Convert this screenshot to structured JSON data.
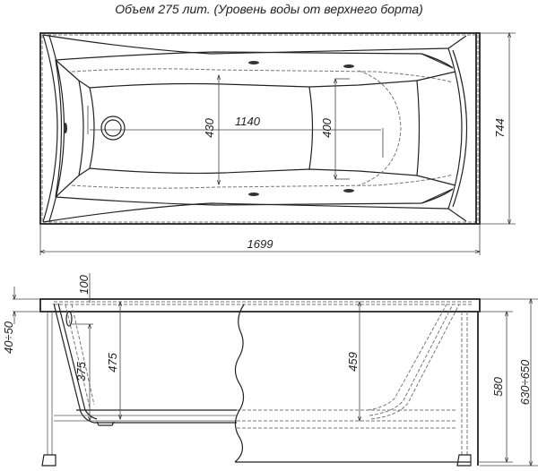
{
  "title": "Объем 275 лит. (Уровень воды от верхнего борта)",
  "top_view": {
    "dimensions": {
      "overall_length": "1699",
      "overall_width": "744",
      "inner_length": "1140",
      "head_width": "430",
      "foot_width": "400"
    }
  },
  "side_view": {
    "dimensions": {
      "rim_thickness": "100",
      "leg_adjust": "40÷50",
      "depth_drain_end": "375",
      "depth_total": "475",
      "depth_water": "459",
      "frame_height": "580",
      "total_height": "630÷650"
    }
  }
}
